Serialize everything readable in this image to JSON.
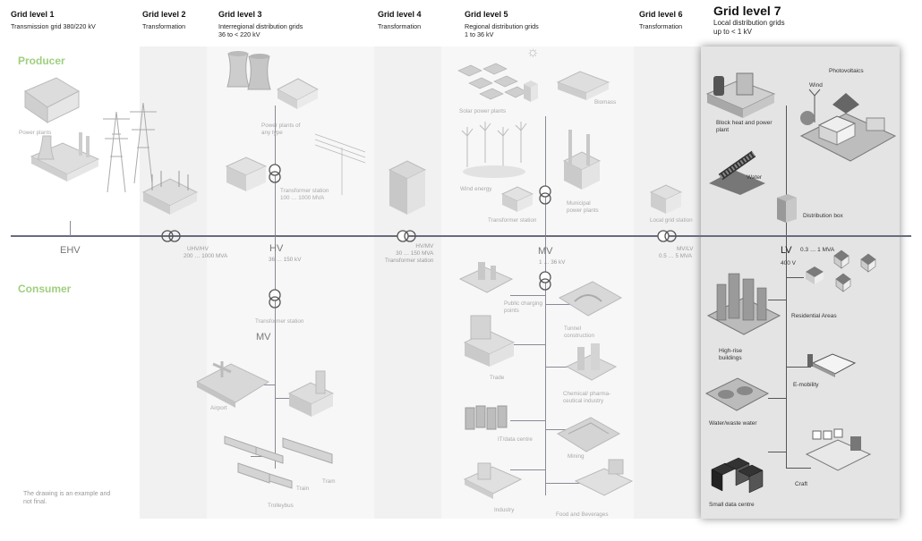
{
  "headers": [
    {
      "title": "Grid level 1",
      "sub": [
        "Transmission grid 380/220 kV"
      ]
    },
    {
      "title": "Grid level 2",
      "sub": [
        "Transformation"
      ]
    },
    {
      "title": "Grid level 3",
      "sub": [
        "Interregional distribution grids",
        "36 to < 220 kV"
      ]
    },
    {
      "title": "Grid level 4",
      "sub": [
        "Transformation"
      ]
    },
    {
      "title": "Grid level 5",
      "sub": [
        "Regional distribution grids",
        "1 to 36 kV"
      ]
    },
    {
      "title": "Grid level 6",
      "sub": [
        "Transformation"
      ]
    },
    {
      "title": "Grid level 7",
      "sub": [
        "Local distribution grids",
        "up to < 1 kV"
      ]
    }
  ],
  "sections": {
    "producer": "Producer",
    "consumer": "Consumer"
  },
  "voltages": {
    "ehv": "EHV",
    "hv": "HV",
    "mv_top": "MV",
    "mv_mid": "MV",
    "lv": "LV"
  },
  "specs": {
    "uhv_hv": [
      "UHV/HV",
      "200 … 1000 MVA"
    ],
    "hv_range": "36 … 150 kV",
    "hv_mv": [
      "HV/MV",
      "30 … 150 MVA",
      "Transformer station"
    ],
    "mv_range": "1 … 36 kV",
    "mv_lv": [
      "MV/LV",
      "0.5 … 5 MVA"
    ],
    "lv_range": "400 V",
    "lv_power": "0.3 … 1 MVA"
  },
  "labels": {
    "power_plants": "Power plants",
    "power_plants_any": [
      "Power plants of",
      "any type"
    ],
    "transformer_station_hv": [
      "Transformer station",
      "100 … 1000 MVA"
    ],
    "transformer_station_mv": "Transformer station",
    "airport": "Airport",
    "train": "Train",
    "tram": "Tram",
    "trolleybus": "Trolleybus",
    "solar": "Solar power plants",
    "biomass": "Biomass",
    "wind_energy": "Wind energy",
    "transformer_station_5": "Transformer station",
    "municipal": [
      "Municipal",
      "power plants"
    ],
    "public_charging": [
      "Public charging",
      "points"
    ],
    "tunnel": [
      "Tunnel",
      "construction"
    ],
    "trade": "Trade",
    "chemical": [
      "Chemical/ pharma-",
      "ceutical industry"
    ],
    "it_data": "IT/data centre",
    "mining": "Mining",
    "industry": "Industry",
    "food": "Food and Beverages",
    "local_grid_station": "Local grid station",
    "photovoltaics": "Photovoltaics",
    "wind": "Wind",
    "block_heat": [
      "Block heat and power",
      "plant"
    ],
    "water": "Water",
    "distribution_box": "Distribution box",
    "residential": "Residential Areas",
    "high_rise": [
      "High-rise",
      "buildings"
    ],
    "e_mobility": "E-mobility",
    "water_waste": "Water/waste water",
    "craft": "Craft",
    "small_data": "Small data centre"
  },
  "note": [
    "The drawing is an example and",
    "not final."
  ],
  "colors": {
    "producer_green": "#9fcf7e",
    "grid_line": "#6a6a80",
    "panel_bg": "#e4e4e4"
  },
  "icons": [
    "transformer-icon",
    "power-plant-icon",
    "pylon-icon",
    "cooling-tower-icon",
    "solar-panel-icon",
    "wind-turbine-icon",
    "building-icon",
    "house-icon",
    "data-centre-icon",
    "car-icon",
    "train-icon"
  ]
}
